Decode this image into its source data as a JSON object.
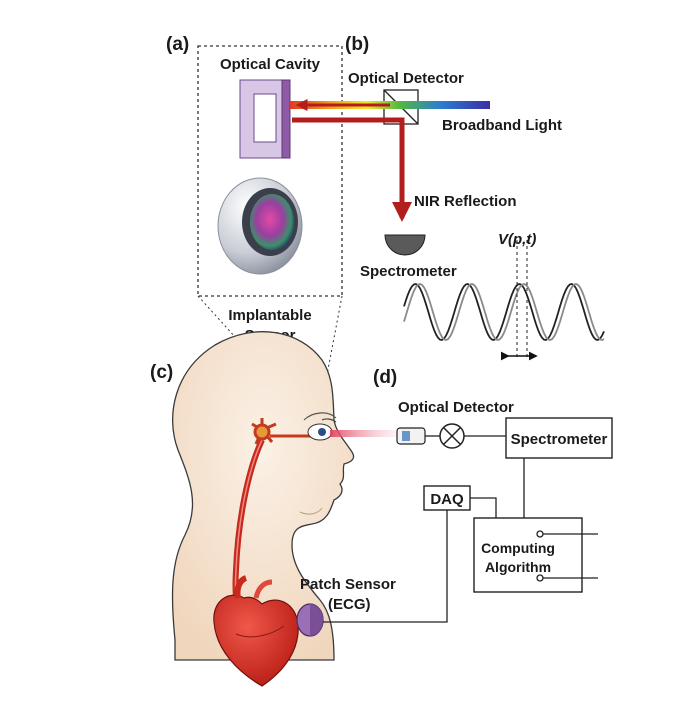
{
  "panels": {
    "a": "(a)",
    "b": "(b)",
    "c": "(c)",
    "d": "(d)"
  },
  "panel_a": {
    "cavity_label": "Optical Cavity",
    "sensor_label_line1": "Implantable",
    "sensor_label_line2": "Sensor"
  },
  "panel_b": {
    "detector_label": "Optical Detector",
    "light_label": "Broadband Light",
    "reflection_label": "NIR Reflection",
    "spectrometer_label": "Spectrometer",
    "signal_label": "V(p,t)"
  },
  "panel_d": {
    "detector_label": "Optical Detector",
    "spectrometer_label": "Spectrometer",
    "daq_label": "DAQ",
    "computing_line1": "Computing",
    "computing_line2": "Algorithm",
    "patch_line1": "Patch Sensor",
    "patch_line2": "(ECG)"
  },
  "colors": {
    "arrow": "#b21e1e",
    "cavity_fill": "#d8c6e6",
    "cavity_edge": "#8f5aa6",
    "patch_fill": "#9a6fb6",
    "heart": "#d12c1f",
    "skin": "#f6e5d3",
    "line": "#222222"
  }
}
